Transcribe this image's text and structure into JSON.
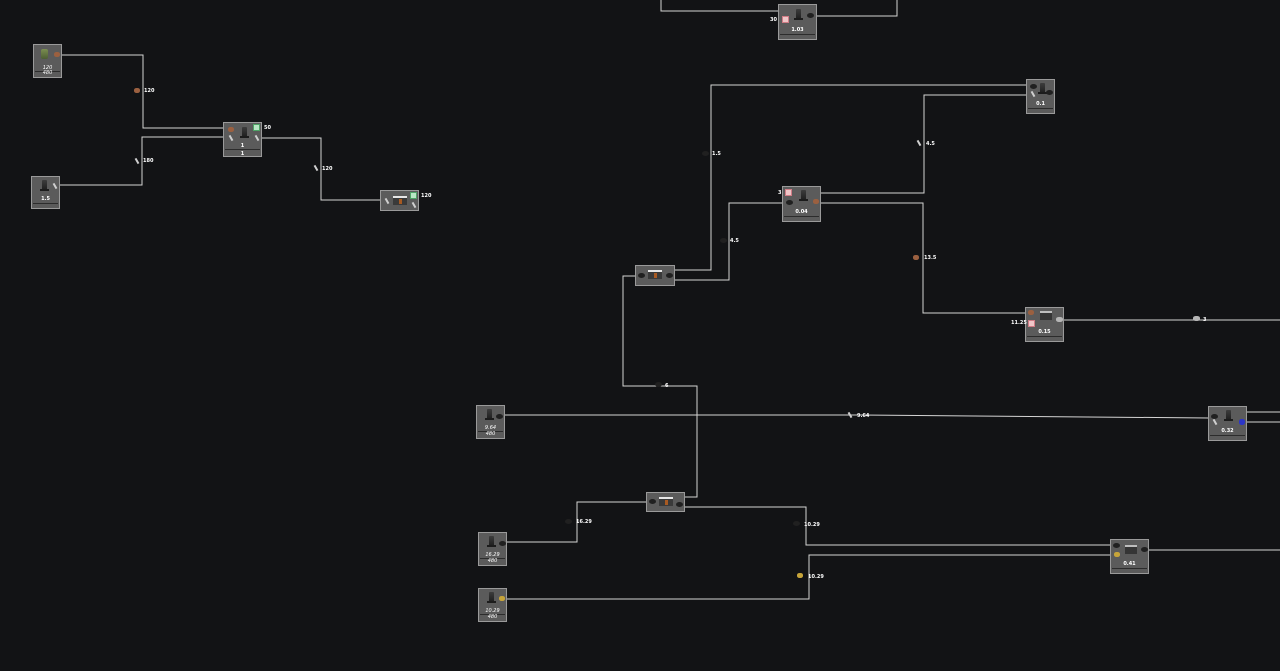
{
  "colors": {
    "background": "#121315",
    "node_fill": "#5b5b5b",
    "node_border": "#9a9a9a",
    "wire": "#d4d4d4",
    "text": "#ffffff"
  },
  "nodes": {
    "top_machine": {
      "value": "1.03",
      "side": "30"
    },
    "plant_source": {
      "value": "120",
      "sub": "480"
    },
    "rod_machine": {
      "value": "1.5"
    },
    "assembler": {
      "value1": "1",
      "value2": "1",
      "side": "50"
    },
    "furnace_a": {
      "side": "120"
    },
    "crusher_top": {
      "value": "0.1"
    },
    "mixer": {
      "value": "0.04",
      "side": "3"
    },
    "combiner": {
      "value": "0.15",
      "side": "11.25"
    },
    "furnace_b": {},
    "drill_a": {
      "value": "9.64",
      "sub": "480"
    },
    "blue_machine": {
      "value": "0.32"
    },
    "furnace_c": {},
    "drill_b": {
      "value": "16.29",
      "sub": "480"
    },
    "drill_c": {
      "value": "10.29",
      "sub": "480"
    },
    "smelter": {
      "value": "0.41"
    }
  },
  "wire_labels": {
    "ore_120": "120",
    "rod_180": "180",
    "rod_120": "120",
    "coal_1_5": "1.5",
    "rod_4_5": "4.5",
    "coal_4_5": "4.5",
    "ore_13_5": "13.5",
    "gray_3": "3",
    "coal_6": "6",
    "rod_9_64": "9.64",
    "coal_16_29": "16.29",
    "coal_10_29": "10.29",
    "gold_10_29": "10.29"
  },
  "icons": {
    "top_machine": [
      "pink-block-icon",
      "tall-machine-icon",
      "dark-ore-icon"
    ],
    "plant_source": [
      "plant-icon",
      "copper-ore-icon"
    ],
    "rod_machine": [
      "tall-machine-icon",
      "iron-rod-icon"
    ],
    "assembler": [
      "copper-ore-icon",
      "tall-machine-icon",
      "green-block-icon",
      "iron-rod-icon"
    ],
    "furnace_a": [
      "furnace-icon",
      "green-block-icon",
      "iron-rod-icon"
    ],
    "crusher_top": [
      "tall-machine-icon",
      "dark-ore-icon"
    ],
    "mixer": [
      "pink-block-icon",
      "tall-machine-icon",
      "coal-icon",
      "ore-icon"
    ],
    "combiner": [
      "ore-icon",
      "pink-block-icon",
      "press-icon",
      "gray-ore-icon"
    ],
    "furnace_b": [
      "furnace-icon",
      "coal-icon"
    ],
    "drill_a": [
      "tall-machine-icon"
    ],
    "blue_machine": [
      "tall-machine-icon",
      "blue-gem-icon"
    ],
    "furnace_c": [
      "furnace-icon",
      "coal-icon"
    ],
    "drill_b": [
      "tall-machine-icon",
      "coal-icon"
    ],
    "drill_c": [
      "tall-machine-icon",
      "gold-ore-icon"
    ],
    "smelter": [
      "coal-icon",
      "gold-ore-icon",
      "press-icon",
      "coal-icon"
    ]
  }
}
